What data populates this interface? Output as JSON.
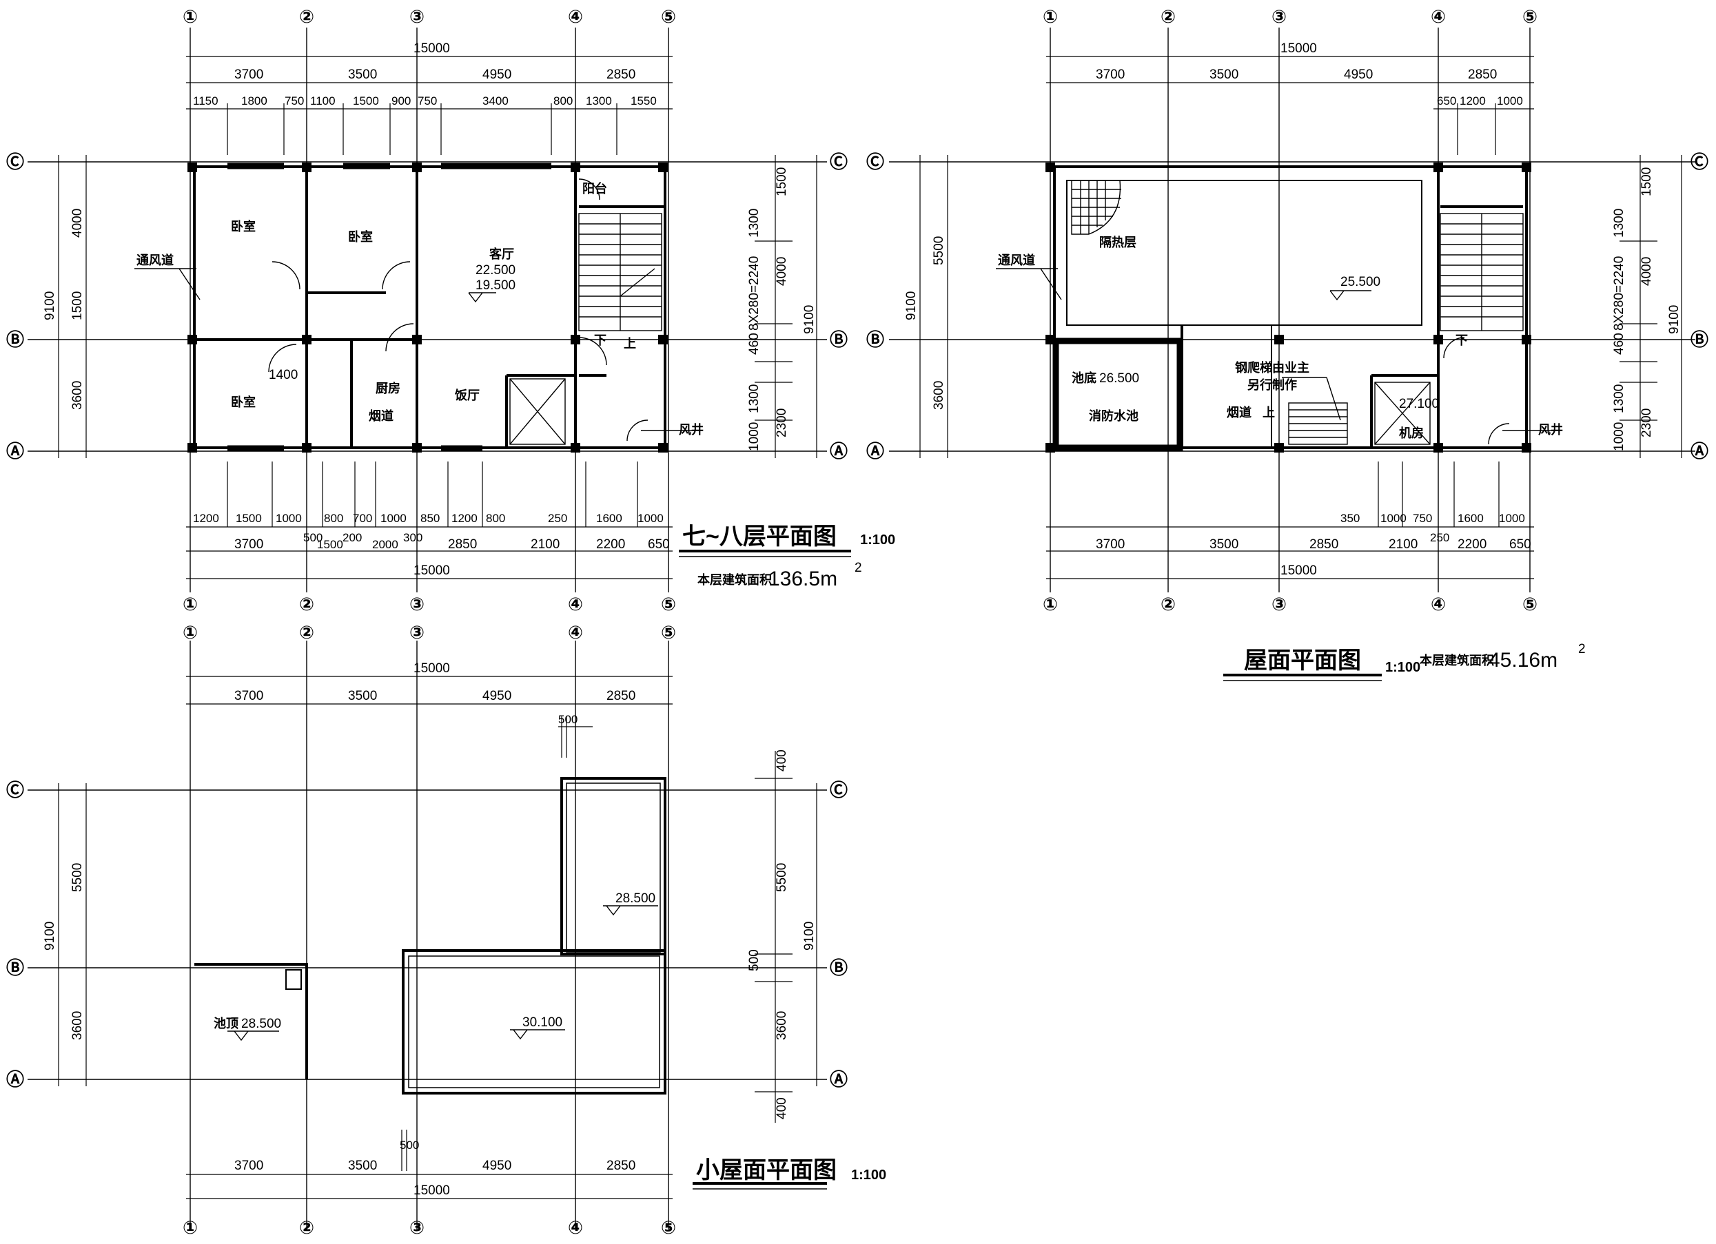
{
  "axes": {
    "vertical": [
      "①",
      "②",
      "③",
      "④",
      "⑤"
    ],
    "horizontal": [
      "Ⓒ",
      "Ⓑ",
      "Ⓐ"
    ]
  },
  "plan_7_8": {
    "title": "七~八层平面图",
    "scale": "1:100",
    "area_label": "本层建筑面积",
    "area_value": "136.5m",
    "area_sup": "2",
    "dims_top_total": "15000",
    "dims_top_bays": [
      "3700",
      "3500",
      "4950",
      "2850"
    ],
    "dims_top_detail": [
      "1150",
      "1800",
      "750",
      "1100",
      "1500",
      "900",
      "750",
      "3400",
      "800",
      "1300",
      "1550"
    ],
    "dims_bottom_detail": [
      "1200",
      "1500",
      "1000",
      "800",
      "700",
      "1000",
      "850",
      "1200",
      "800",
      "250",
      "1600",
      "1000"
    ],
    "dims_bottom_small": [
      "500",
      "1500",
      "200",
      "2000",
      "300"
    ],
    "dims_bottom_bays": [
      "3700",
      "2850",
      "2100",
      "2200",
      "650"
    ],
    "dims_bottom_total": "15000",
    "dims_left": [
      "4000",
      "1500",
      "3600"
    ],
    "dims_left_total": "9100",
    "dims_right": [
      "1500",
      "4000",
      "460",
      "1300",
      "1300",
      "2300",
      "1000"
    ],
    "dims_right_total": "9100",
    "stair_note": "8X280=2240",
    "rooms": [
      "卧室",
      "卧室",
      "卧室",
      "客厅",
      "厨房",
      "饭厅",
      "阳台"
    ],
    "labels": [
      "通风道",
      "烟道",
      "风井",
      "1400",
      "下",
      "上"
    ],
    "elevations": [
      "22.500",
      "19.500"
    ]
  },
  "plan_roof": {
    "title": "屋面平面图",
    "scale": "1:100",
    "area_label": "本层建筑面积",
    "area_value": "45.16m",
    "area_sup": "2",
    "dims_top_total": "15000",
    "dims_top_bays": [
      "3700",
      "3500",
      "4950",
      "2850"
    ],
    "dims_top_detail": [
      "650",
      "1200",
      "1000"
    ],
    "dims_bottom_detail": [
      "350",
      "1000",
      "750",
      "1600",
      "1000"
    ],
    "dims_bottom_bays": [
      "3700",
      "3500",
      "2850",
      "2100",
      "250",
      "2200",
      "650"
    ],
    "dims_bottom_total": "15000",
    "dims_left": [
      "5500",
      "3600"
    ],
    "dims_left_total": "9100",
    "dims_right": [
      "1500",
      "4000",
      "460",
      "1300",
      "1300",
      "2300",
      "1000"
    ],
    "dims_right_total": "9100",
    "stair_note": "8X280=2240",
    "labels": [
      "通风道",
      "隔热层",
      "池底",
      "消防水池",
      "钢爬梯由业主",
      "另行制作",
      "烟道",
      "风井",
      "机房",
      "下",
      "上"
    ],
    "elevations": [
      "25.500",
      "26.500",
      "27.100"
    ]
  },
  "plan_small_roof": {
    "title": "小屋面平面图",
    "scale": "1:100",
    "dims_top_total": "15000",
    "dims_top_bays": [
      "3700",
      "3500",
      "4950",
      "2850"
    ],
    "dims_bottom_bays": [
      "3700",
      "3500",
      "4950",
      "2850"
    ],
    "dims_bottom_total": "15000",
    "dims_left": [
      "5500",
      "3600"
    ],
    "dims_left_total": "9100",
    "dims_right": [
      "400",
      "5500",
      "500",
      "3600",
      "400"
    ],
    "dims_right_total": "9100",
    "small_dims": [
      "500",
      "500"
    ],
    "labels": [
      "池顶"
    ],
    "elevations": [
      "28.500",
      "28.500",
      "30.100"
    ]
  }
}
